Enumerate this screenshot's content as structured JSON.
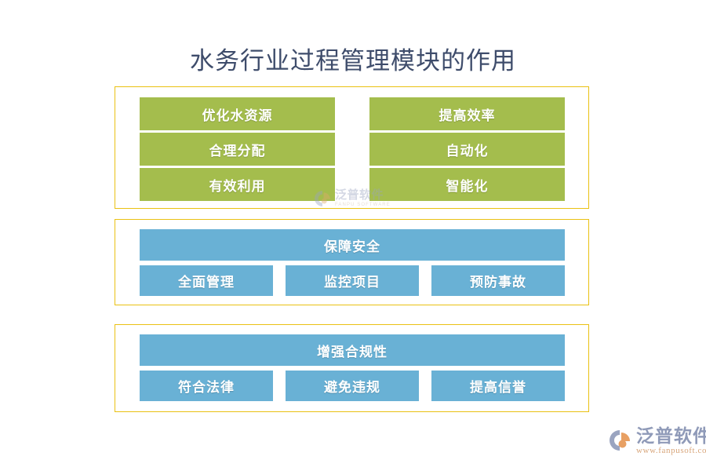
{
  "page": {
    "title": "水务行业过程管理模块的作用",
    "background_color": "#ffffff",
    "title_color": "#3e4c6b"
  },
  "colors": {
    "green": "#a4bd4d",
    "blue": "#69b1d5",
    "border_gold": "#eac113",
    "box_text": "#ffffff"
  },
  "sections": [
    {
      "id": "section-1",
      "style": "green-two-column",
      "columns": [
        {
          "boxes": [
            {
              "label": "优化水资源"
            },
            {
              "label": "合理分配"
            },
            {
              "label": "有效利用"
            }
          ]
        },
        {
          "boxes": [
            {
              "label": "提高效率"
            },
            {
              "label": "自动化"
            },
            {
              "label": "智能化"
            }
          ]
        }
      ]
    },
    {
      "id": "section-2",
      "style": "blue-header-with-row",
      "header": "保障安全",
      "boxes": [
        {
          "label": "全面管理"
        },
        {
          "label": "监控项目"
        },
        {
          "label": "预防事故"
        }
      ]
    },
    {
      "id": "section-3",
      "style": "blue-header-with-row",
      "header": "增强合规性",
      "boxes": [
        {
          "label": "符合法律"
        },
        {
          "label": "避免违规"
        },
        {
          "label": "提高信誉"
        }
      ]
    }
  ],
  "watermark": {
    "name_cn": "泛普软件",
    "name_en": "FANPU SOFTWARE"
  },
  "brand_logo": {
    "name_cn": "泛普软件",
    "url": "www.fanpusoft.com"
  }
}
